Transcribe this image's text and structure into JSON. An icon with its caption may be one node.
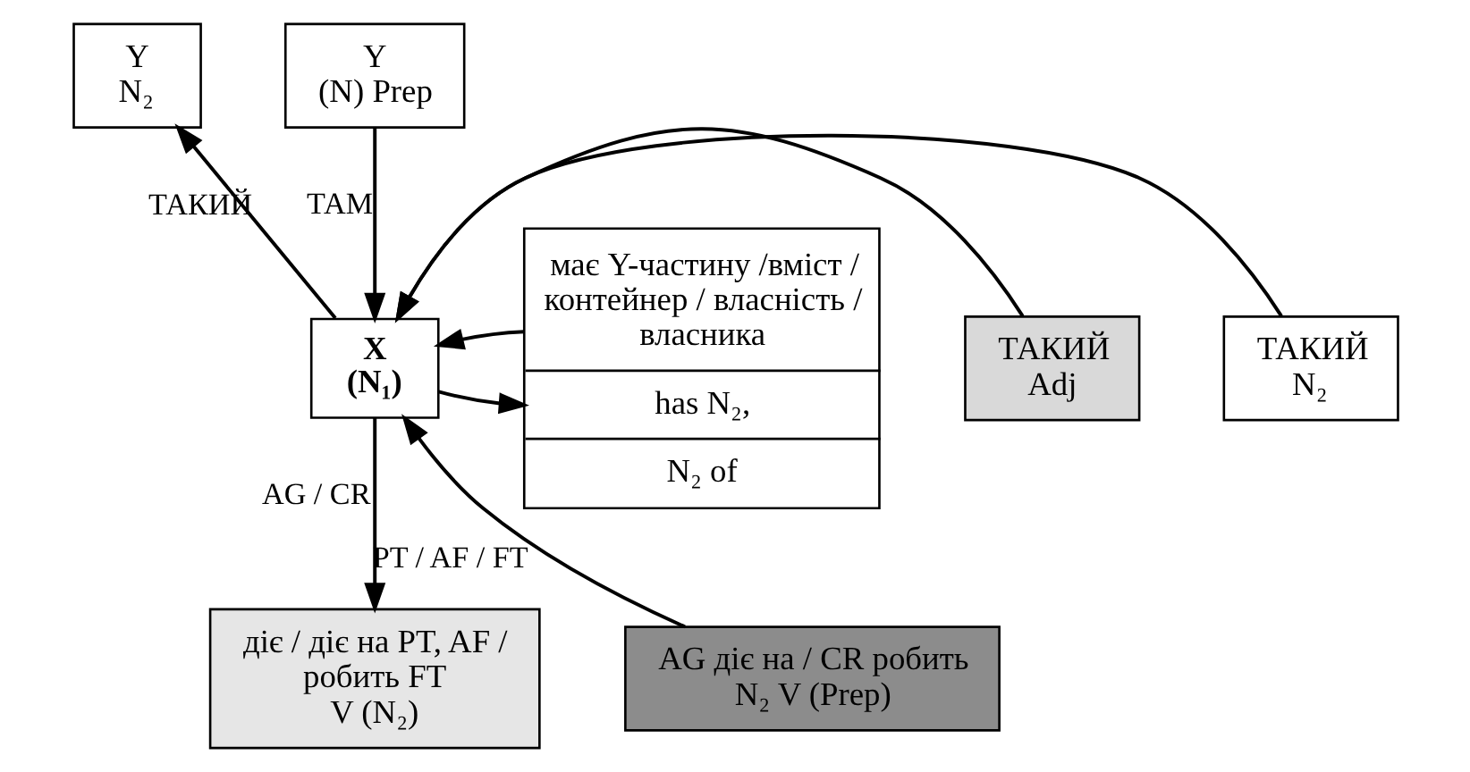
{
  "diagram": {
    "nodes": [
      {
        "text": [
          "Y",
          "N₂"
        ]
      },
      {
        "text": [
          "Y",
          "(N) Prep"
        ]
      },
      {
        "text": [
          "ТАКИЙ",
          "Adj"
        ]
      },
      {
        "text": [
          "X",
          "(N₁)"
        ]
      },
      {
        "text": [
          "має Y-частину /вміст / контейнер / власність / власника",
          "has N₂,",
          "N₂ of"
        ]
      },
      {
        "text": [
          "ТАКИЙ",
          "N₂"
        ]
      },
      {
        "text": [
          "AG діє на / CR робить",
          "N₂ V (Prep)"
        ]
      },
      {
        "text": [
          "діє / діє на PT, AF / робить FT",
          "V (N₂)"
        ]
      }
    ],
    "edges": [
      {
        "from": 3,
        "to": 0,
        "arrow": "to",
        "label": "ТАКИЙ"
      },
      {
        "from": 1,
        "to": 3,
        "arrow": "to",
        "label": "ТАМ"
      },
      {
        "from": 3,
        "to": 4,
        "arrow": "to"
      },
      {
        "from": 4,
        "to": 3,
        "arrow": "to"
      },
      {
        "from": 2,
        "to": 3,
        "arrow": "to"
      },
      {
        "from": 5,
        "to": 3,
        "arrow": "to"
      },
      {
        "from": 6,
        "to": 3,
        "arrow": "to",
        "label": "PT / AF / FT"
      },
      {
        "from": 3,
        "to": 7,
        "arrow": "to",
        "label": "AG / CR"
      }
    ]
  }
}
